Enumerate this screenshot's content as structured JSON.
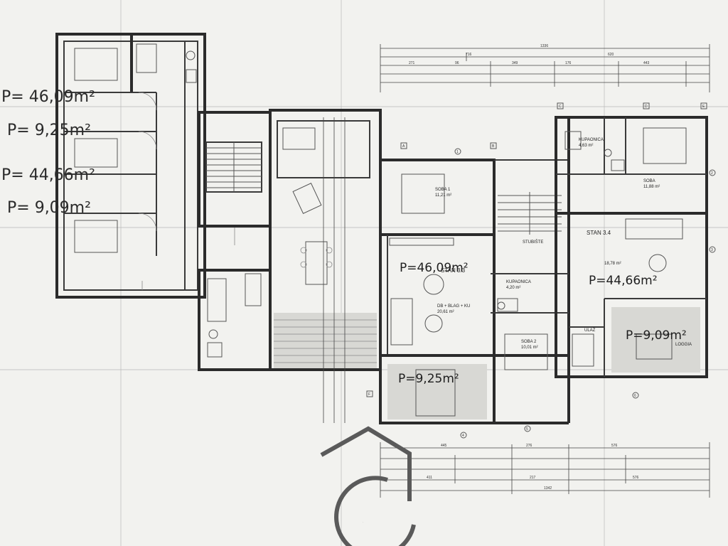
{
  "annotations": {
    "left": [
      {
        "text": "P= 46,09m²"
      },
      {
        "text": "P= 9,25m²"
      },
      {
        "text": "P= 44,66m²"
      },
      {
        "text": "P= 9,09m²"
      }
    ],
    "plan": [
      {
        "text": "P=46,09m²"
      },
      {
        "text": "P=44,66m²"
      },
      {
        "text": "P=9,09m²"
      },
      {
        "text": "P=9,25m²"
      }
    ]
  },
  "apartments": {
    "stan_33": "STAN 3.3",
    "stan_34": "STAN 3.4"
  },
  "rooms": {
    "soba1": "SOBA 1",
    "soba1_area": "11,21 m²",
    "soba2": "SOBA 2",
    "soba2_area": "10,01 m²",
    "kupaonica": "KUPAONICA",
    "kupaonica_area": "4,20 m²",
    "kupaonica2": "KUPAONICA",
    "kupaonica2_area": "4,63 m²",
    "dnevni": "DB + BLAG + KU",
    "dnevni_area": "20,61 m²",
    "dnevni2_area": "18,78 m²",
    "soba_right": "SOBA",
    "soba_right_area": "11,88 m²",
    "loggia": "LOGGIA",
    "stubiste": "STUBIŠTE",
    "ulaz": "ULAZ"
  },
  "dimensions": {
    "top_total": "1336",
    "top_row": [
      "716",
      "620"
    ],
    "top_row2": [
      "271",
      "96",
      "349",
      "176",
      "443"
    ],
    "bottom_total": "1342",
    "bottom_row": [
      "445",
      "276",
      "576"
    ],
    "bottom_row2": [
      "411",
      "217",
      "576"
    ]
  },
  "axis_markers": [
    "A",
    "B",
    "C",
    "D",
    "E",
    "F",
    "1",
    "2",
    "3",
    "4",
    "5",
    "6"
  ],
  "logo": {
    "initial": "C"
  },
  "colors": {
    "paper": "#f2f2ef",
    "ink": "#2b2b2b",
    "hand_ink": "#2a2a2a",
    "logo": "#5a5a5a"
  }
}
